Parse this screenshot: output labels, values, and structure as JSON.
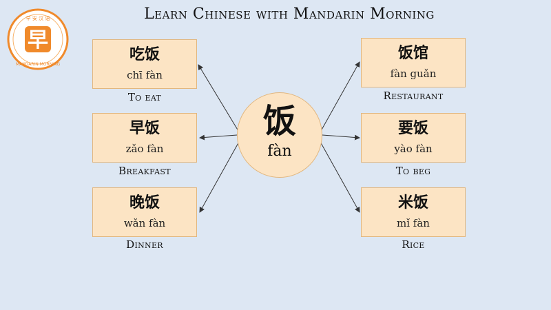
{
  "header": {
    "title": "Learn Chinese with Mandarin Morning",
    "logo_char": "早",
    "logo_text": "MANDARIN MORNING",
    "logo_top_text": "早 安 汉 语"
  },
  "center": {
    "hanzi": "饭",
    "pinyin": "fàn"
  },
  "left_items": [
    {
      "hanzi": "吃饭",
      "pinyin": "chī fàn",
      "english": "To eat"
    },
    {
      "hanzi": "早饭",
      "pinyin": "zǎo fàn",
      "english": "Breakfast"
    },
    {
      "hanzi": "晚饭",
      "pinyin": "wǎn fàn",
      "english": "Dinner"
    }
  ],
  "right_items": [
    {
      "hanzi": "饭馆",
      "pinyin": "fàn guǎn",
      "english": "Restaurant"
    },
    {
      "hanzi": "要饭",
      "pinyin": "yào fàn",
      "english": "To beg"
    },
    {
      "hanzi": "米饭",
      "pinyin": "mǐ fàn",
      "english": "Rice"
    }
  ],
  "colors": {
    "background": "#dde7f3",
    "box_fill": "#fce4c4",
    "box_border": "#e2b77f",
    "logo_orange": "#f08a2b"
  }
}
